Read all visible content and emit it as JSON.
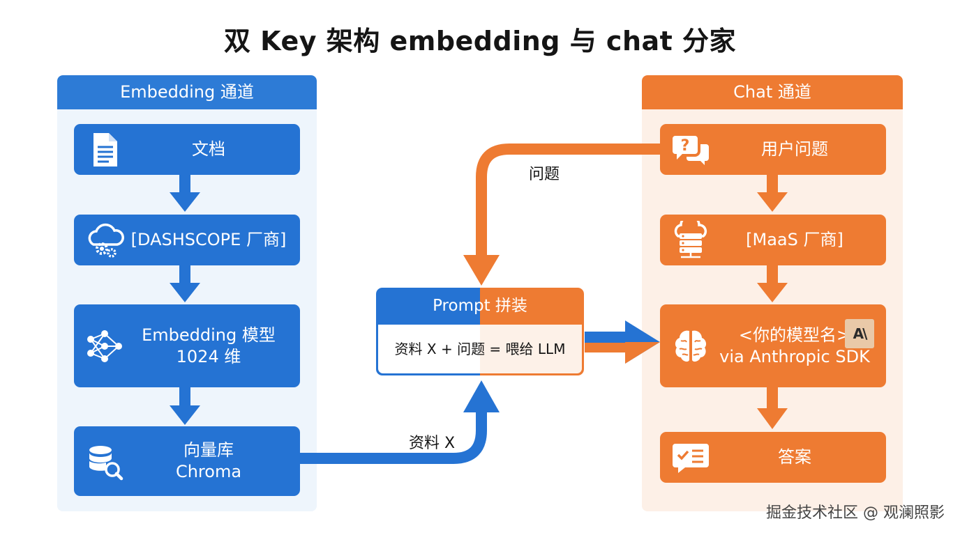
{
  "title": "双 Key 架构 embedding 与 chat 分家",
  "colors": {
    "blue": "#2573d3",
    "orange": "#ee7b32",
    "blue_bg": "#eef5fc",
    "orange_bg": "#fdf0e7"
  },
  "embedding_channel": {
    "header": "Embedding 通道",
    "steps": [
      {
        "icon": "document-icon",
        "lines": [
          "文档"
        ]
      },
      {
        "icon": "cloud-gears-icon",
        "lines": [
          "[DASHSCOPE 厂商]"
        ]
      },
      {
        "icon": "neural-network-icon",
        "lines": [
          "Embedding 模型",
          "1024 维"
        ]
      },
      {
        "icon": "database-search-icon",
        "lines": [
          "向量库",
          "Chroma"
        ]
      }
    ]
  },
  "chat_channel": {
    "header": "Chat 通道",
    "steps": [
      {
        "icon": "question-chat-icon",
        "lines": [
          "用户问题"
        ]
      },
      {
        "icon": "cloud-server-icon",
        "lines": [
          "[MaaS 厂商]"
        ]
      },
      {
        "icon": "brain-icon",
        "lines": [
          "<你的模型名>",
          "via Anthropic SDK"
        ],
        "badge": "A\\"
      },
      {
        "icon": "answer-checklist-icon",
        "lines": [
          "答案"
        ]
      }
    ]
  },
  "prompt": {
    "header": "Prompt 拼装",
    "formula": "资料 X + 问题 = 喂给 LLM"
  },
  "flows": {
    "question_label": "问题",
    "material_label": "资料 X"
  },
  "watermark": "掘金技术社区 @ 观澜照影"
}
